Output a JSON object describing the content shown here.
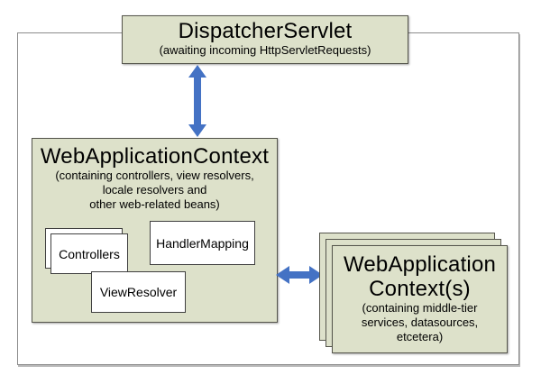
{
  "diagram": {
    "dispatcher": {
      "title": "DispatcherServlet",
      "subtitle": "(awaiting incoming HttpServletRequests)"
    },
    "web_context": {
      "title": "WebApplicationContext",
      "subtitle": "(containing controllers, view resolvers,\nlocale resolvers and\nother web-related beans)",
      "beans": {
        "controllers": "Controllers",
        "handler_mapping": "HandlerMapping",
        "view_resolver": "ViewResolver"
      }
    },
    "middle_tier_context": {
      "title": "WebApplication\nContext(s)",
      "subtitle": "(containing middle-tier\nservices, datasources,\netcetera)"
    },
    "colors": {
      "node_fill": "#dde1ca",
      "node_border": "#55554c",
      "inner_box_fill": "#ffffff",
      "inner_box_border": "#3f3f3f",
      "arrow_blue": "#4472c4",
      "outer_border": "#8c8c8c"
    }
  }
}
